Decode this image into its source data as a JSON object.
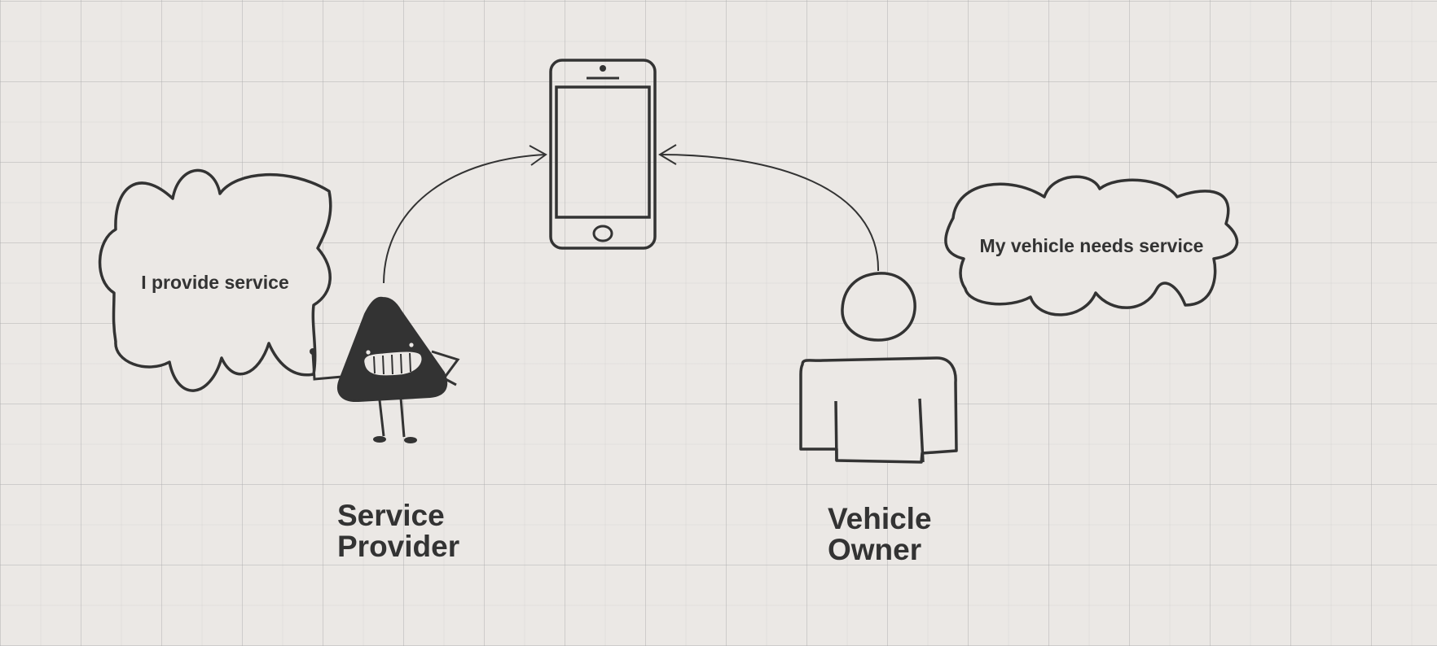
{
  "diagram": {
    "nodes": {
      "provider_bubble": {
        "text": "I provide service",
        "shape": "cloud-speech-bubble"
      },
      "owner_bubble": {
        "text": "My vehicle needs service",
        "shape": "cloud-speech-bubble"
      },
      "phone": {
        "icon": "smartphone-icon"
      },
      "provider": {
        "icon": "triangle-character-icon",
        "label_line1": "Service",
        "label_line2": "Provider"
      },
      "owner": {
        "icon": "person-icon",
        "label_line1": "Vehicle",
        "label_line2": "Owner"
      }
    },
    "edges": [
      {
        "from": "provider",
        "to": "phone",
        "style": "curved-arrow"
      },
      {
        "from": "owner",
        "to": "phone",
        "style": "curved-arrow"
      }
    ],
    "colors": {
      "background": "#ebe8e5",
      "stroke": "#333333",
      "grid": "#c8c5c2"
    }
  }
}
